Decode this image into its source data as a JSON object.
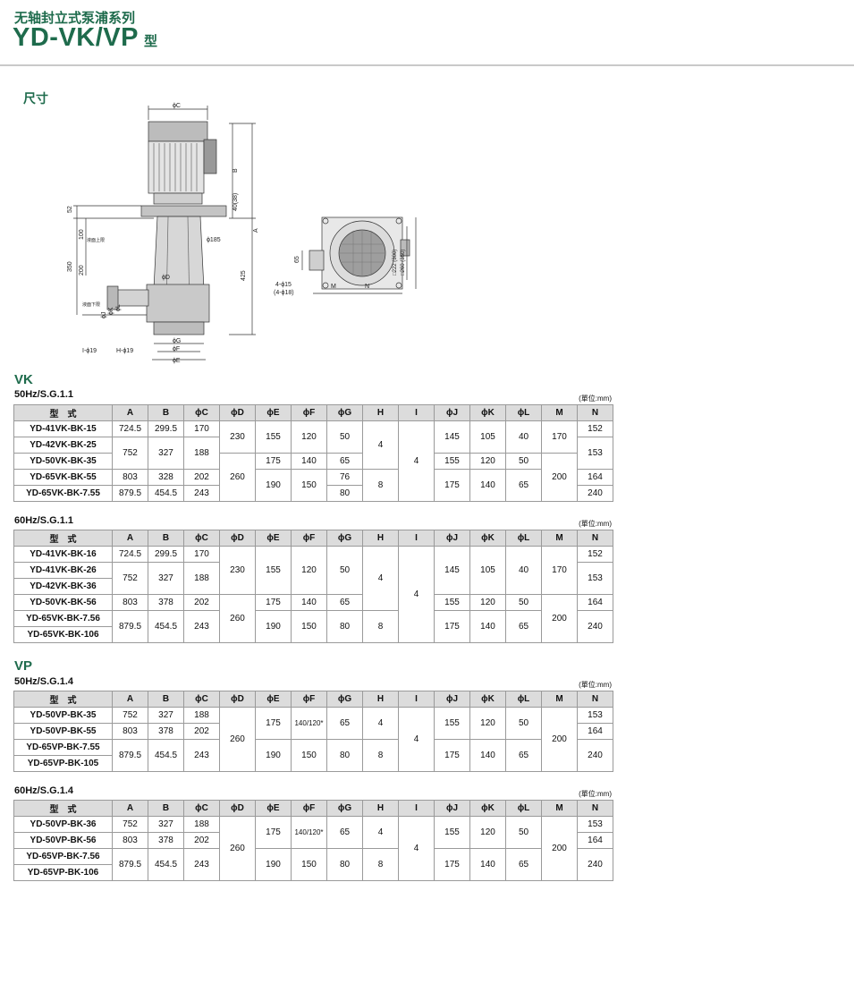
{
  "header": {
    "series_title": "无轴封立式泵浦系列",
    "model_title": "YD-VK/VP",
    "model_suffix": "型"
  },
  "dimensions_heading": "尺寸",
  "drawing": {
    "labels": {
      "phi_c": "ϕC",
      "b": "B",
      "a": "A",
      "forty": "40(38)",
      "fifty_two": "52",
      "one_hundred": "100",
      "three_fifty": "350",
      "two_hundred": "200",
      "four_twenty_five": "425",
      "phi185": "ϕ185",
      "phi_d": "ϕD",
      "liquid_upper": "液面上限",
      "liquid_lower": "液面下限",
      "phi_j": "ϕJ",
      "phi_k": "ϕK",
      "phi_l": "ϕL",
      "phi_g": "ϕG",
      "phi_f": "ϕF",
      "phi_e": "ϕE",
      "i_phi19": "I-ϕ19",
      "h_phi19": "H-ϕ19",
      "sixty_five": "65",
      "m": "M",
      "n": "N",
      "holes1": "4-ϕ15",
      "holes2": "(4-ϕ18)",
      "sq222": "□222 (300)",
      "sq260": "□260 (350)"
    }
  },
  "columns": [
    "型　式",
    "A",
    "B",
    "ϕC",
    "ϕD",
    "ϕE",
    "ϕF",
    "ϕG",
    "H",
    "I",
    "ϕJ",
    "ϕK",
    "ϕL",
    "M",
    "N"
  ],
  "unit_label": "(單位:mm)",
  "vk": {
    "title": "VK",
    "t50": {
      "condition": "50Hz/S.G.1.1",
      "models": [
        "YD-41VK-BK-15",
        "YD-42VK-BK-25",
        "YD-50VK-BK-35",
        "YD-65VK-BK-55",
        "YD-65VK-BK-7.55"
      ],
      "A": [
        "724.5",
        "752",
        "803",
        "879.5"
      ],
      "B": [
        "299.5",
        "327",
        "328",
        "454.5"
      ],
      "C": [
        "170",
        "188",
        "202",
        "243"
      ],
      "D": [
        "230",
        "260"
      ],
      "E": [
        "155",
        "175",
        "190"
      ],
      "F": [
        "120",
        "140",
        "150"
      ],
      "G": [
        "50",
        "65",
        "76",
        "80"
      ],
      "H": [
        "4",
        "8"
      ],
      "I": [
        "4"
      ],
      "J": [
        "145",
        "155",
        "175"
      ],
      "K": [
        "105",
        "120",
        "140"
      ],
      "L": [
        "40",
        "50",
        "65"
      ],
      "M": [
        "170",
        "200"
      ],
      "N": [
        "152",
        "153",
        "164",
        "240"
      ]
    },
    "t60": {
      "condition": "60Hz/S.G.1.1",
      "models": [
        "YD-41VK-BK-16",
        "YD-41VK-BK-26",
        "YD-42VK-BK-36",
        "YD-50VK-BK-56",
        "YD-65VK-BK-7.56",
        "YD-65VK-BK-106"
      ],
      "A": [
        "724.5",
        "752",
        "803",
        "879.5"
      ],
      "B": [
        "299.5",
        "327",
        "378",
        "454.5"
      ],
      "C": [
        "170",
        "188",
        "202",
        "243"
      ],
      "D": [
        "230",
        "260"
      ],
      "E": [
        "155",
        "175",
        "190"
      ],
      "F": [
        "120",
        "140",
        "150"
      ],
      "G": [
        "50",
        "65",
        "80"
      ],
      "H": [
        "4",
        "8"
      ],
      "I": [
        "4"
      ],
      "J": [
        "145",
        "155",
        "175"
      ],
      "K": [
        "105",
        "120",
        "140"
      ],
      "L": [
        "40",
        "50",
        "65"
      ],
      "M": [
        "170",
        "200"
      ],
      "N": [
        "152",
        "153",
        "164",
        "240"
      ]
    }
  },
  "vp": {
    "title": "VP",
    "t50": {
      "condition": "50Hz/S.G.1.4",
      "models": [
        "YD-50VP-BK-35",
        "YD-50VP-BK-55",
        "YD-65VP-BK-7.55",
        "YD-65VP-BK-105"
      ],
      "A": [
        "752",
        "803",
        "879.5"
      ],
      "B": [
        "327",
        "378",
        "454.5"
      ],
      "C": [
        "188",
        "202",
        "243"
      ],
      "D": [
        "260"
      ],
      "E": [
        "175",
        "190"
      ],
      "F": [
        "140/120*",
        "150"
      ],
      "G": [
        "65",
        "80"
      ],
      "H": [
        "4",
        "8"
      ],
      "I": [
        "4"
      ],
      "J": [
        "155",
        "175"
      ],
      "K": [
        "120",
        "140"
      ],
      "L": [
        "50",
        "65"
      ],
      "M": [
        "200"
      ],
      "N": [
        "153",
        "164",
        "240"
      ]
    },
    "t60": {
      "condition": "60Hz/S.G.1.4",
      "models": [
        "YD-50VP-BK-36",
        "YD-50VP-BK-56",
        "YD-65VP-BK-7.56",
        "YD-65VP-BK-106"
      ],
      "A": [
        "752",
        "803",
        "879.5"
      ],
      "B": [
        "327",
        "378",
        "454.5"
      ],
      "C": [
        "188",
        "202",
        "243"
      ],
      "D": [
        "260"
      ],
      "E": [
        "175",
        "190"
      ],
      "F": [
        "140/120*",
        "150"
      ],
      "G": [
        "65",
        "80"
      ],
      "H": [
        "4",
        "8"
      ],
      "I": [
        "4"
      ],
      "J": [
        "155",
        "175"
      ],
      "K": [
        "120",
        "140"
      ],
      "L": [
        "50",
        "65"
      ],
      "M": [
        "200"
      ],
      "N": [
        "153",
        "164",
        "240"
      ]
    }
  }
}
